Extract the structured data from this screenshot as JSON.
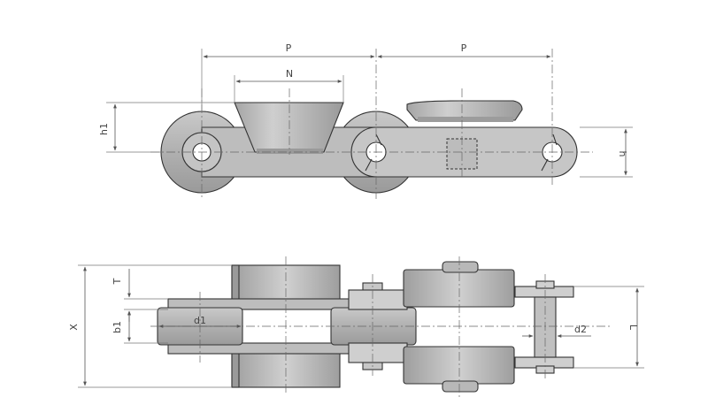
{
  "diagram": {
    "labels": {
      "pitch_left": "P",
      "pitch_right": "P",
      "flight_width": "N",
      "flight_height": "h1",
      "plate_height": "h",
      "overall_width": "X",
      "thickness": "T",
      "inner_width": "b1",
      "roller_diameter": "d1",
      "pin_diameter": "d2",
      "pin_length": "L"
    },
    "colors": {
      "metal": "#b3b3b3",
      "metal_light": "#d2d2d2",
      "metal_dark": "#8f8f8f",
      "outline": "#333333",
      "dimension": "#555555"
    }
  }
}
